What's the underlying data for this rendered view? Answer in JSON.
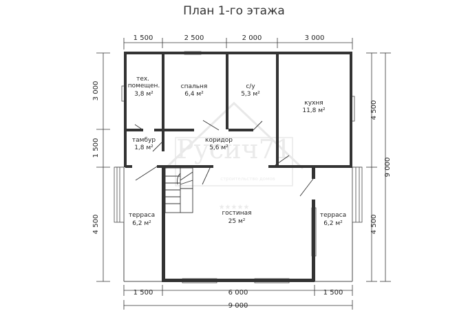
{
  "title": "План 1-го этажа",
  "top_dims": [
    "1 500",
    "2 500",
    "2 000",
    "3 000"
  ],
  "bottom_dims": [
    "1 500",
    "6 000",
    "1 500"
  ],
  "bottom_total": "9 000",
  "left_dims": [
    "3 000",
    "1 500",
    "4 500"
  ],
  "right_dims": [
    "4 500",
    "4 500"
  ],
  "right_total": "9 000",
  "rooms": [
    {
      "name": "тех.\nпомещен.",
      "area": "3,8 м²"
    },
    {
      "name": "спальня",
      "area": "6,4 м²"
    },
    {
      "name": "с/у",
      "area": "5,3 м²"
    },
    {
      "name": "кухня",
      "area": "11,8 м²"
    },
    {
      "name": "тамбур",
      "area": "1,8 м²"
    },
    {
      "name": "коридор",
      "area": "5,6 м²"
    },
    {
      "name": "гостиная",
      "area": "25 м²"
    },
    {
      "name": "терраса",
      "area": "6,2 м²"
    },
    {
      "name": "терраса",
      "area": "6,2 м²"
    }
  ],
  "watermark": {
    "brand": "Русич71",
    "stars": "★★★★★",
    "tagline": "строительство домов"
  }
}
